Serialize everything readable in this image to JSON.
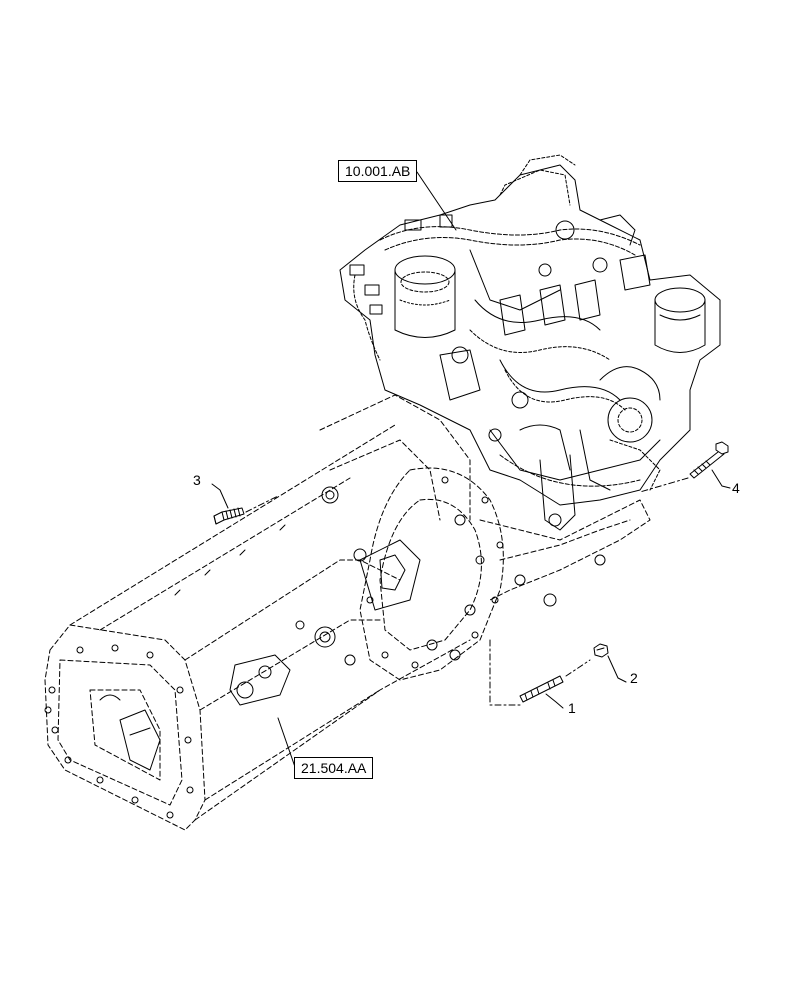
{
  "references": {
    "engine": "10.001.AB",
    "transmission": "21.504.AA"
  },
  "callouts": {
    "stud": "1",
    "nut": "2",
    "short_bolt": "3",
    "long_bolt": "4"
  },
  "colors": {
    "line": "#000000",
    "background": "#ffffff"
  }
}
